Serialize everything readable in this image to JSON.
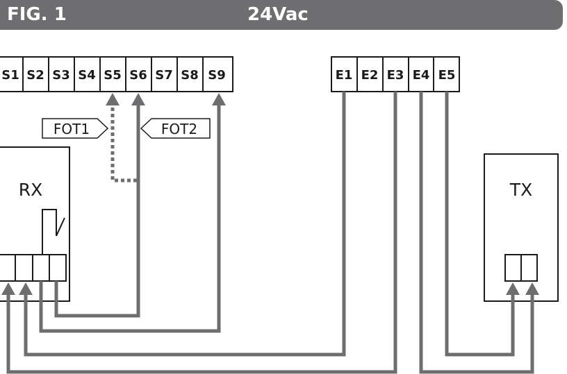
{
  "header": {
    "figure_label": "FIG. 1",
    "voltage_label": "24Vac",
    "background_color": "#6e6e70"
  },
  "terminal_block_s": [
    "S1",
    "S2",
    "S3",
    "S4",
    "S5",
    "S6",
    "S7",
    "S8",
    "S9"
  ],
  "terminal_block_e": [
    "E1",
    "E2",
    "E3",
    "E4",
    "E5"
  ],
  "receiver": {
    "label": "RX"
  },
  "transmitter": {
    "label": "TX"
  },
  "tags": {
    "fot1": "FOT1",
    "fot2": "FOT2"
  },
  "colors": {
    "wire": "#6e6e70",
    "line": "#1a1a1a"
  }
}
